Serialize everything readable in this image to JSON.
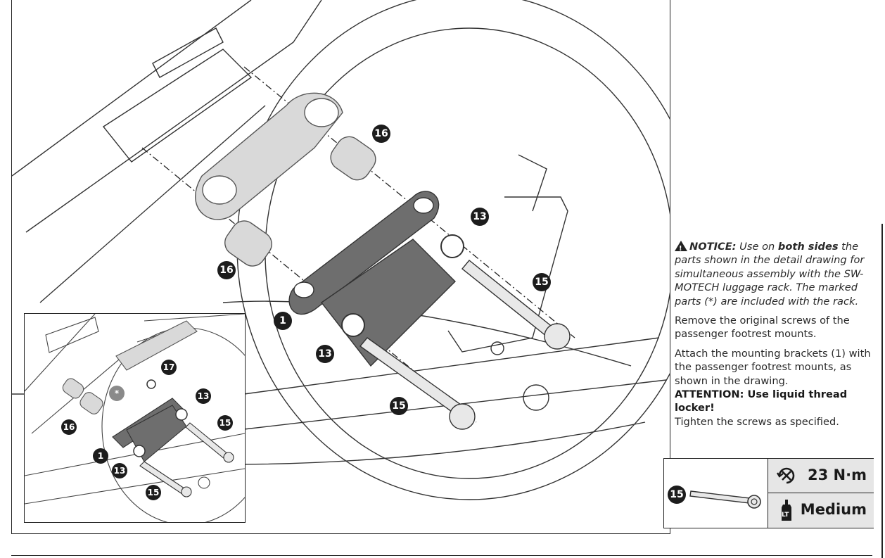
{
  "callouts": {
    "c16a": "16",
    "c16b": "16",
    "c13a": "13",
    "c13b": "13",
    "c15a": "15",
    "c15b": "15",
    "c1": "1",
    "inset_c17": "17",
    "inset_star": "*",
    "inset_c13a": "13",
    "inset_c15a": "15",
    "inset_c16": "16",
    "inset_c1": "1",
    "inset_c13b": "13",
    "inset_c15b": "15"
  },
  "notice": {
    "label": "NOTICE:",
    "text_1": " Use on ",
    "bold": "both sides",
    "text_2": " the parts shown in the detail drawing for simultaneous assembly with the SW-MOTECH luggage rack. The marked parts (*) are included with the rack."
  },
  "instructions": {
    "p1": "Remove the original screws of the passenger footrest mounts.",
    "p2": "Attach the mounting brackets (1) with the passenger footrest mounts, as shown in the drawing.",
    "attention": "ATTENTION: Use liquid thread locker!",
    "p3": "Tighten the screws as specified."
  },
  "torque_table": {
    "part_number": "15",
    "torque_value": "23 N·m",
    "threadlocker_label": "LT",
    "threadlocker_value": "Medium"
  },
  "colors": {
    "frame": "#222222",
    "part_grey": "#6e6e6e",
    "light_part": "#d9d9d9",
    "table_shade": "#e6e6e6"
  }
}
